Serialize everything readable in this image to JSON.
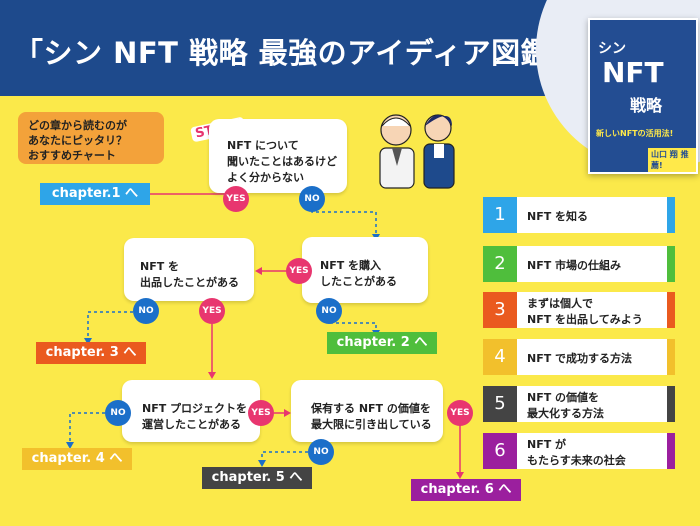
{
  "header": {
    "title": "「シン NFT 戦略 最強のアイディア図鑑」"
  },
  "book": {
    "line1": "シン",
    "line2": "NFT",
    "line3": "戦略",
    "line4": "新しいNFTの活用法!",
    "author": "山口 翔 推薦!"
  },
  "note": {
    "line1": "どの章から読むのが",
    "line2": "あなたにピッタリ？",
    "line3": "おすすめチャート"
  },
  "start_label": "START",
  "questions": {
    "q1": [
      "NFT について",
      "聞いたことはあるけど",
      "よく分からない"
    ],
    "q2": [
      "NFT を購入",
      "したことがある"
    ],
    "q3": [
      "NFT を",
      "出品したことがある"
    ],
    "q4": [
      "NFT プロジェクトを",
      "運営したことがある"
    ],
    "q5": [
      "保有する NFT の価値を",
      "最大限に引き出している"
    ]
  },
  "answers": {
    "yes": "YES",
    "no": "NO"
  },
  "results": {
    "c1": "chapter.1 へ",
    "c2": "chapter. 2 へ",
    "c3": "chapter. 3 へ",
    "c4": "chapter. 4 へ",
    "c5": "chapter. 5 へ",
    "c6": "chapter. 6 へ"
  },
  "chapters": [
    {
      "num": "1",
      "lines": [
        "NFT を知る"
      ],
      "color": "#2ea5e8"
    },
    {
      "num": "2",
      "lines": [
        "NFT 市場の仕組み"
      ],
      "color": "#4fbe3c"
    },
    {
      "num": "3",
      "lines": [
        "まずは個人で",
        "NFT を出品してみよう"
      ],
      "color": "#ea5a1f"
    },
    {
      "num": "4",
      "lines": [
        "NFT で成功する方法"
      ],
      "color": "#f2c02c"
    },
    {
      "num": "5",
      "lines": [
        "NFT の価値を",
        "最大化する方法"
      ],
      "color": "#444444"
    },
    {
      "num": "6",
      "lines": [
        "NFT が",
        "もたらす未来の社会"
      ],
      "color": "#9b1f9e"
    }
  ],
  "colors": {
    "yes": "#e8366f",
    "no": "#1b6fc9",
    "header": "#1e4a8c",
    "background": "#fbe94a"
  }
}
